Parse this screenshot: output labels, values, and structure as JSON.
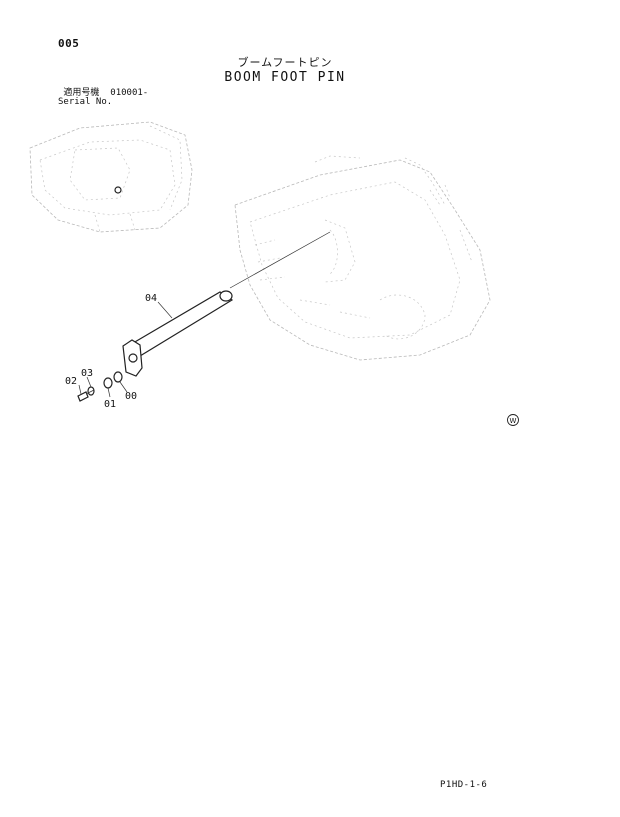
{
  "header": {
    "page_number": "005",
    "title_jp": "ブームフートピン",
    "title_en": "BOOM FOOT PIN"
  },
  "serial": {
    "label_jp": "適用号機",
    "value": "010001-",
    "label_en": "Serial No."
  },
  "callouts": [
    "04",
    "03",
    "02",
    "01",
    "00"
  ],
  "symbol": "W",
  "footer": {
    "doc_code": "P1HD-1-6"
  }
}
